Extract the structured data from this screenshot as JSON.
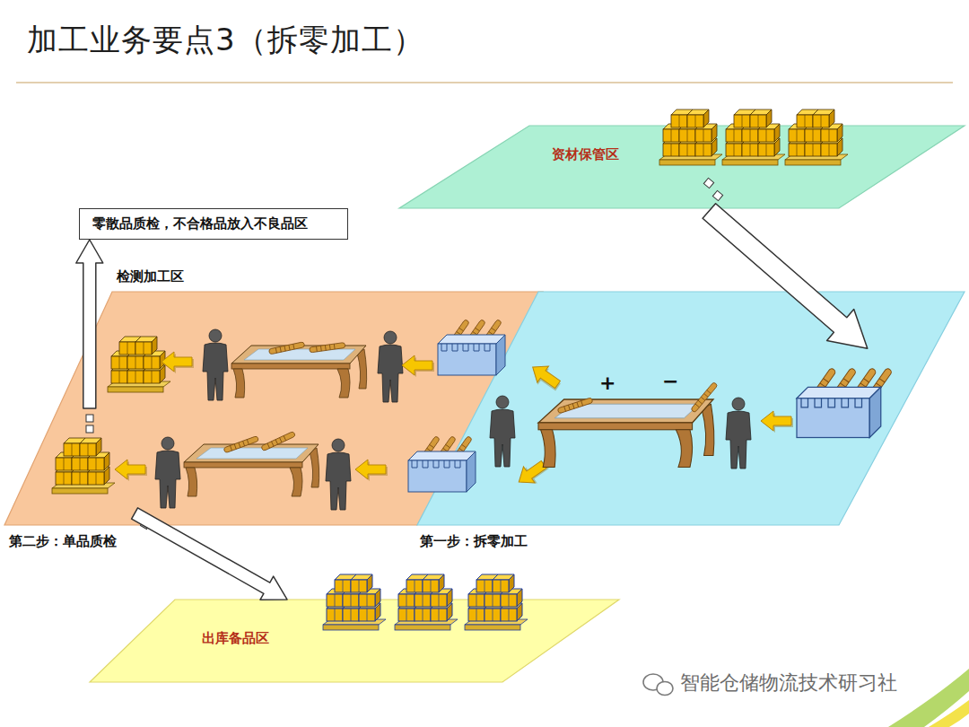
{
  "diagram": {
    "title": "加工业务要点3（拆零加工）",
    "nodes": [
      {
        "text": [
          "资材保管区"
        ]
      },
      {
        "text": [
          "零散品质检，不合格品放入不良品区"
        ]
      },
      {
        "text": [
          "检测加工区",
          "第二步：单品质检"
        ]
      },
      {
        "text": [
          "第一步：拆零加工"
        ]
      },
      {
        "text": [
          "出库备品区"
        ]
      }
    ],
    "edges": [
      {
        "from": 0,
        "to": 3,
        "arrow": "to"
      },
      {
        "from": 2,
        "to": 1,
        "arrow": "to"
      },
      {
        "from": 2,
        "to": 4,
        "arrow": "to"
      }
    ],
    "labels": [
      "+",
      "−",
      "智能仓储物流技术研习社"
    ]
  }
}
